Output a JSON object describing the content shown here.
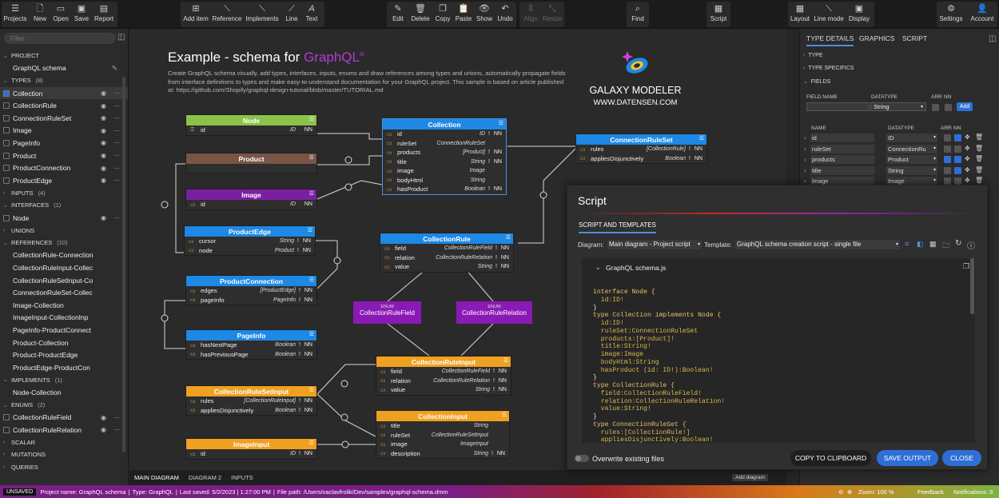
{
  "toolbar": {
    "left": [
      {
        "label": "Projects",
        "icon": "menu-icon"
      },
      {
        "label": "New",
        "icon": "new-file-icon"
      },
      {
        "label": "Open",
        "icon": "open-folder-icon"
      },
      {
        "label": "Save",
        "icon": "save-icon"
      },
      {
        "label": "Report",
        "icon": "report-icon"
      }
    ],
    "insert": [
      {
        "label": "Add item",
        "icon": "add-icon"
      },
      {
        "label": "Reference",
        "icon": "reference-icon"
      },
      {
        "label": "Implements",
        "icon": "implements-icon"
      },
      {
        "label": "Line",
        "icon": "line-icon"
      },
      {
        "label": "Text",
        "icon": "text-icon"
      }
    ],
    "edit": [
      {
        "label": "Edit",
        "icon": "edit-icon"
      },
      {
        "label": "Delete",
        "icon": "trash-icon"
      },
      {
        "label": "Copy",
        "icon": "copy-icon"
      },
      {
        "label": "Paste",
        "icon": "paste-icon"
      },
      {
        "label": "Show",
        "icon": "eye-icon"
      },
      {
        "label": "Undo",
        "icon": "undo-icon"
      }
    ],
    "arrange": [
      {
        "label": "Align",
        "icon": "align-icon"
      },
      {
        "label": "Resize",
        "icon": "resize-icon"
      }
    ],
    "find": {
      "label": "Find",
      "icon": "search-icon"
    },
    "script": {
      "label": "Script",
      "icon": "script-icon"
    },
    "view": [
      {
        "label": "Layout",
        "icon": "layout-icon"
      },
      {
        "label": "Line mode",
        "icon": "line-mode-icon"
      },
      {
        "label": "Display",
        "icon": "display-icon"
      }
    ],
    "right": [
      {
        "label": "Settings",
        "icon": "gear-icon"
      },
      {
        "label": "Account",
        "icon": "account-icon"
      }
    ]
  },
  "left_panel": {
    "filter_placeholder": "Filter",
    "project_header": "PROJECT",
    "project_name": "GraphQL schema",
    "sections": [
      {
        "title": "TYPES",
        "count": "(8)",
        "items": [
          "Collection",
          "CollectionRule",
          "ConnectionRuleSet",
          "Image",
          "PageInfo",
          "Product",
          "ProductConnection",
          "ProductEdge"
        ]
      },
      {
        "title": "INPUTS",
        "count": "(4)",
        "items": []
      },
      {
        "title": "INTERFACES",
        "count": "(1)",
        "items": [
          "Node"
        ]
      },
      {
        "title": "UNIONS",
        "count": "",
        "items": []
      },
      {
        "title": "REFERENCES",
        "count": "(10)",
        "items": [
          "CollectionRule-Connection",
          "CollectionRuleInput-Collec",
          "CollectionRuleSetInput-Co",
          "ConnectionRuleSet-Collec",
          "Image-Collection",
          "ImageInput-CollectionInp",
          "PageInfo-ProductConnect",
          "Product-Collection",
          "Product-ProductEdge",
          "ProductEdge-ProductCon"
        ]
      },
      {
        "title": "IMPLEMENTS",
        "count": "(1)",
        "items": [
          "Node-Collection"
        ]
      },
      {
        "title": "ENUMS",
        "count": "(2)",
        "items": [
          "CollectionRuleField",
          "CollectionRuleRelation"
        ]
      },
      {
        "title": "SCALAR",
        "count": "",
        "items": []
      },
      {
        "title": "MUTATIONS",
        "count": "",
        "items": []
      },
      {
        "title": "QUERIES",
        "count": "",
        "items": []
      }
    ]
  },
  "canvas": {
    "title": "Example - schema for ",
    "title_accent": "GraphQL",
    "title_reg": "®",
    "description": "Create GraphQL schema visually, add types, interfaces, inputs, enums and draw references among types and unions, automatically propagate fields from interface definitions to types and make easy-to-understand documentation for your GraphQL project. This sample is based on article published at: https://github.com/Shopify/graphql-design-tutorial/blob/master/TUTORIAL.md",
    "brand_line1": "GALAXY MODELER",
    "brand_line2": "WWW.DATENSEN.COM",
    "enum_keyword": "ENUM",
    "enums": [
      "CollectionRuleField",
      "CollectionRuleRelation"
    ],
    "entities": {
      "node": {
        "name": "Node",
        "color": "#8bc34a",
        "rows": [
          {
            "f": "id",
            "t": "ID",
            "nn": "NN"
          }
        ]
      },
      "product": {
        "name": "Product",
        "color": "#795548",
        "rows": []
      },
      "image": {
        "name": "Image",
        "color": "#7b1fa2",
        "rows": [
          {
            "f": "id",
            "t": "ID",
            "nn": "NN"
          }
        ]
      },
      "productEdge": {
        "name": "ProductEdge",
        "color": "#1e88e5",
        "rows": [
          {
            "f": "cursor",
            "t": "String",
            "ex": "!",
            "nn": "NN"
          },
          {
            "f": "node",
            "t": "Product",
            "ex": "!",
            "nn": "NN"
          }
        ]
      },
      "productConnection": {
        "name": "ProductConnection",
        "color": "#1e88e5",
        "rows": [
          {
            "f": "edges",
            "t": "[ProductEdge]",
            "ex": "!",
            "nn": "NN"
          },
          {
            "f": "pageInfo",
            "t": "PageInfo",
            "ex": "!",
            "nn": "NN"
          }
        ]
      },
      "pageInfo": {
        "name": "PageInfo",
        "color": "#1e88e5",
        "rows": [
          {
            "f": "hasNextPage",
            "t": "Boolean",
            "ex": "!",
            "nn": "NN"
          },
          {
            "f": "hasPreviousPage",
            "t": "Boolean",
            "ex": "!",
            "nn": "NN"
          }
        ]
      },
      "collectionRuleSetInput": {
        "name": "CollectionRuleSetInput",
        "color": "#f0a020",
        "rows": [
          {
            "f": "rules",
            "t": "[CollectionRuleInput]",
            "ex": "!",
            "nn": "NN"
          },
          {
            "f": "appliesDisjunctively",
            "t": "Boolean",
            "ex": "!",
            "nn": "NN"
          }
        ]
      },
      "imageInput": {
        "name": "ImageInput",
        "color": "#f0a020",
        "rows": [
          {
            "f": "id",
            "t": "ID",
            "ex": "!",
            "nn": "NN"
          }
        ]
      },
      "collection": {
        "name": "Collection",
        "color": "#1e88e5",
        "rows": [
          {
            "f": "id",
            "t": "ID",
            "ex": "!",
            "nn": "NN"
          },
          {
            "f": "ruleSet",
            "t": "ConnectionRuleSet",
            "ex": "",
            "nn": ""
          },
          {
            "f": "products",
            "t": "[Product]",
            "ex": "!",
            "nn": "NN"
          },
          {
            "f": "title",
            "t": "String",
            "ex": "!",
            "nn": "NN"
          },
          {
            "f": "image",
            "t": "Image",
            "ex": "",
            "nn": ""
          },
          {
            "f": "bodyHtml",
            "t": "String",
            "ex": "",
            "nn": ""
          },
          {
            "f": "hasProduct",
            "t": "Boolean",
            "ex": "!",
            "nn": "NN"
          }
        ]
      },
      "collectionRule": {
        "name": "CollectionRule",
        "color": "#1e88e5",
        "rows": [
          {
            "f": "field",
            "t": "CollectionRuleField",
            "ex": "!",
            "nn": "NN"
          },
          {
            "f": "relation",
            "t": "CollectionRuleRelation",
            "ex": "!",
            "nn": "NN"
          },
          {
            "f": "value",
            "t": "String",
            "ex": "!",
            "nn": "NN"
          }
        ]
      },
      "connectionRuleSet": {
        "name": "ConnectionRuleSet",
        "color": "#1e88e5",
        "rows": [
          {
            "f": "rules",
            "t": "[CollectionRule]",
            "ex": "!",
            "nn": "NN"
          },
          {
            "f": "appliesDisjunctively",
            "t": "Boolean",
            "ex": "!",
            "nn": "NN"
          }
        ]
      },
      "collectionRuleInput": {
        "name": "CollectionRuleInput",
        "color": "#f0a020",
        "rows": [
          {
            "f": "field",
            "t": "CollectionRuleField",
            "ex": "!",
            "nn": "NN"
          },
          {
            "f": "relation",
            "t": "CollectionRuleRelation",
            "ex": "!",
            "nn": "NN"
          },
          {
            "f": "value",
            "t": "String",
            "ex": "!",
            "nn": "NN"
          }
        ]
      },
      "collectionInput": {
        "name": "CollectionInput",
        "color": "#f0a020",
        "rows": [
          {
            "f": "title",
            "t": "String",
            "ex": "",
            "nn": ""
          },
          {
            "f": "ruleSet",
            "t": "CollectionRuleSetInput",
            "ex": "",
            "nn": ""
          },
          {
            "f": "image",
            "t": "ImageInput",
            "ex": "",
            "nn": ""
          },
          {
            "f": "description",
            "t": "String",
            "ex": "!",
            "nn": "NN"
          }
        ]
      }
    }
  },
  "bottom_tabs": [
    "MAIN DIAGRAM",
    "DIAGRAM 2",
    "INPUTS"
  ],
  "add_diagram_label": "Add diagram",
  "right_panel": {
    "tabs": [
      "TYPE DETAILS",
      "GRAPHICS",
      "SCRIPT"
    ],
    "sections": [
      "TYPE",
      "TYPE SPECIFICS",
      "FIELDS"
    ],
    "new_field": {
      "name_label": "FIELD NAME",
      "datatype_label": "DATATYPE",
      "arr_label": "ARR",
      "nn_label": "NN",
      "datatype_value": "String",
      "add_label": "Add"
    },
    "table_headers": {
      "name": "NAME",
      "datatype": "DATATYPE",
      "arr": "ARR",
      "nn": "NN"
    },
    "fields": [
      {
        "name": "id",
        "datatype": "ID",
        "arr": false,
        "nn": true
      },
      {
        "name": "ruleSet",
        "datatype": "ConnectionRu",
        "arr": false,
        "nn": false
      },
      {
        "name": "products",
        "datatype": "Product",
        "arr": true,
        "nn": true
      },
      {
        "name": "title",
        "datatype": "String",
        "arr": false,
        "nn": true
      },
      {
        "name": "image",
        "datatype": "Image",
        "arr": false,
        "nn": false
      }
    ]
  },
  "script_dialog": {
    "title": "Script",
    "tab": "SCRIPT AND TEMPLATES",
    "diagram_label": "Diagram:",
    "diagram_value": "Main diagram - Project script",
    "template_label": "Template:",
    "template_value": "GraphQL schema creation script - single file",
    "file_name": "GraphQL schema.js",
    "code_lines": [
      "interface Node {",
      "  id:ID!",
      "}",
      "type Collection implements Node {",
      "  id:ID!",
      "  ruleSet:ConnectionRuleSet",
      "  products:[Product]!",
      "  title:String!",
      "  image:Image",
      "  bodyHtml:String",
      "  hasProduct (id: ID!):Boolean!",
      "}",
      "type CollectionRule {",
      "  field:CollectionRuleField!",
      "  relation:CollectionRuleRelation!",
      "  value:String!",
      "}",
      "type ConnectionRuleSet {",
      "  rules:[CollectionRule!]",
      "  appliesDisjunctively:Boolean!"
    ],
    "overwrite_label": "Overwrite existing files",
    "copy_label": "COPY TO CLIPBOARD",
    "save_label": "SAVE OUTPUT",
    "close_label": "CLOSE"
  },
  "status_bar": {
    "unsaved": "UNSAVED",
    "project": "Project name: GraphQL schema",
    "type": "Type: GraphQL",
    "last_saved": "Last saved: 5/2/2023 | 1:27:00 PM",
    "file_path": "File path: /Users/vaclavfrolik/Dev/samples/graphql-schema.dmm",
    "zoom": "Zoom: 100 %",
    "feedback": "Feedback",
    "notifications": "Notifications: 9"
  }
}
